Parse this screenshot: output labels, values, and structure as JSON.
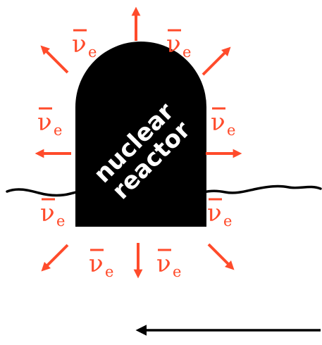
{
  "reactor": {
    "line1": "nuclear",
    "line2": "reactor"
  },
  "neutrino": {
    "symbol": "ν",
    "subscript": "e",
    "color": "#ff4b2b"
  },
  "icons": {
    "emission_arrows": "arrow-icon",
    "bottom_arrow": "left-arrow-icon"
  },
  "colors": {
    "reactor_fill": "#000000",
    "arrow_color": "#ff4b2b",
    "ground_line": "#000000"
  }
}
